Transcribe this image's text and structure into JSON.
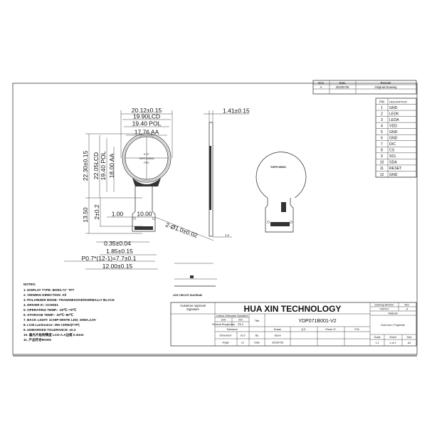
{
  "revision_table": {
    "headers": [
      "Item",
      "Date",
      "Remark"
    ],
    "rows": [
      [
        "A",
        "20230726",
        "Original Drawing"
      ]
    ]
  },
  "pin_table": {
    "headers": [
      "PIN",
      "DESCRIPTION"
    ],
    "rows": [
      [
        "1",
        "GND"
      ],
      [
        "2",
        "LEDK"
      ],
      [
        "3",
        "LEDA"
      ],
      [
        "4",
        "VDD"
      ],
      [
        "5",
        "GND"
      ],
      [
        "6",
        "GND"
      ],
      [
        "7",
        "D/C"
      ],
      [
        "8",
        "CS"
      ],
      [
        "9",
        "SCL"
      ],
      [
        "10",
        "SDA"
      ],
      [
        "11",
        "RESET"
      ],
      [
        "12",
        "GND"
      ]
    ]
  },
  "front_view": {
    "dims_top": [
      "20.12±0.15",
      "19.90LCD",
      "19.40 POL",
      "17.76 AA"
    ],
    "dims_left": [
      "22.30±0.15",
      "22.05LCD",
      "19.40 POL",
      "18.00 AA"
    ],
    "dims_tail": [
      "13.50",
      "2±0.2",
      "1.00",
      "10.00",
      "2-Ø1.0±0.02"
    ],
    "dims_bottom": [
      "0.35±0.04",
      "1.85±0.15",
      "P0.7*(12-1)=7.7±0.1",
      "12.00±0.15"
    ],
    "panel_label": [
      "0.71\"",
      "YDP071B001",
      "FPC"
    ]
  },
  "side_view": {
    "thickness": "1.41±0.15",
    "tail_dim": "1.3"
  },
  "back_view": {
    "label": "YDP071B001"
  },
  "led_circuit": {
    "caption": "LED CIRCUIT DIAGRAM"
  },
  "notes": {
    "title": "NOTES:",
    "items": [
      "1. DISPLAY TYPE:     BOE0.71\" TFT",
      "2. VIEWING DIRECTION:  All",
      "3. POLARIZER MODE:   TRANSMISSIVE/NORMALLY BLACK",
      "4. DRIVER IC: GC9D01",
      "5. OPERATING TEMP.:     -20℃~70℃",
      "6. STORAGE TEMP.:     -30℃~80℃",
      "7. BACK LIGHT: 1CHIP-WHITE LED; 20MA,3.0V",
      "8. LCM Luminance: 350 CD/M2(TYP)",
      "9. UNMARKED TOLERANCE: ±0.2",
      "10. 偏光片贴附精度 LCD A.A边框 0.3mm",
      "11. 产品符合ROHS"
    ]
  },
  "title_block": {
    "customer_approval": "Customer Approval",
    "signature": "Signature",
    "company": "HUA XIN TECHNOLOGY",
    "drawing_number_label": "Drawing Number",
    "drawing_number": "YDP071",
    "rev_label": "Rev.",
    "rev": "A",
    "unless": "Unless Otherwise Specified",
    "unit_label": "Unit",
    "unit": "mm",
    "roughness_label": "General Roughness",
    "roughness": "∇6.3",
    "title_label": "Title",
    "title": "YDP071B001-V2",
    "material_label": "Material",
    "material": "Gold Line / Polyimide",
    "tolerance_label": "Tolerance",
    "drawn_label": "Drawn",
    "qe_label": "Q.E.",
    "panel_label": "Panel / E.",
    "pm_label": "P.M.",
    "dimension_label": "Dimension",
    "dimension_tol": "±0.3",
    "by_label": "By",
    "drawn_by": "Jason",
    "angle_label": "Angle",
    "angle_tol": "±1",
    "date_label": "Date",
    "date": "20230726",
    "scale_label": "Scale",
    "scale": "1:1",
    "sheet_label": "Sheet",
    "sheet": "1 of 1",
    "size_label": "Size",
    "size": "A3"
  }
}
